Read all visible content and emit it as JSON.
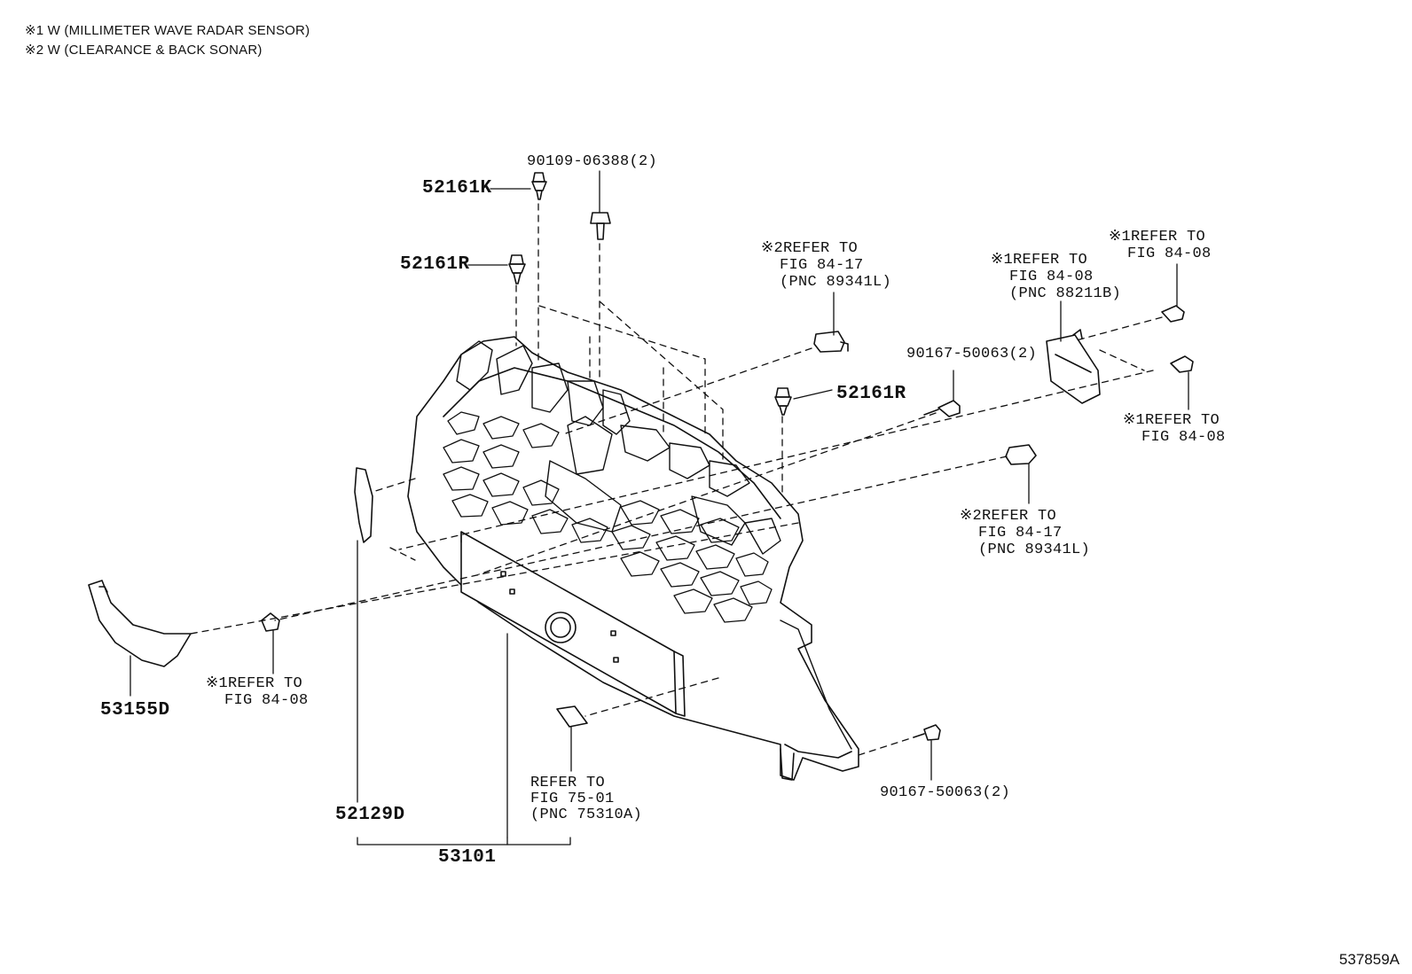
{
  "legend": {
    "note1": "※1 W (MILLIMETER WAVE RADAR SENSOR)",
    "note2": "※2 W (CLEARANCE & BACK SONAR)"
  },
  "labels": {
    "p52161k": "52161K",
    "p52161r_top": "52161R",
    "p52161r_mid": "52161R",
    "bolt_top": "90109-06388(2)",
    "sonar_top": "※2REFER TO\n  FIG 84-17\n  (PNC 89341L)",
    "radar_top": "※1REFER TO\n  FIG 84-08\n  (PNC 88211B)",
    "radar_screw_top": "※1REFER TO\n  FIG 84-08",
    "screw_mid": "90167-50063(2)",
    "radar_right": "※1REFER TO\n  FIG 84-08",
    "sonar_right": "※2REFER TO\n  FIG 84-17\n  (PNC 89341L)",
    "radar_left": "※1REFER TO\n  FIG 84-08",
    "p53155d": "53155D",
    "p52129d": "52129D",
    "emblem_ref": "REFER TO\nFIG 75-01\n(PNC 75310A)",
    "p53101": "53101",
    "screw_bottom": "90167-50063(2)"
  },
  "diagram_id": "537859A"
}
